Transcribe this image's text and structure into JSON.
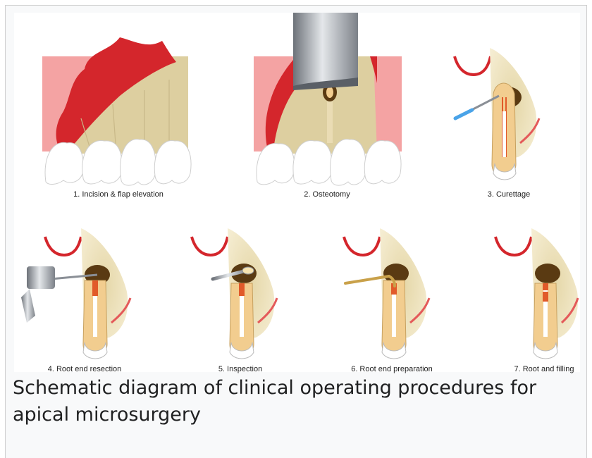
{
  "figure": {
    "panels": [
      {
        "step": "1. Incision & flap elevation"
      },
      {
        "step": "2. Osteotomy"
      },
      {
        "step": "3. Curettage"
      },
      {
        "step": "4. Root end resection"
      },
      {
        "step": "5. Inspection"
      },
      {
        "step": "6. Root end preparation"
      },
      {
        "step": "7. Root and filling"
      }
    ]
  },
  "caption": "Schematic diagram of clinical operating procedures for apical microsurgery",
  "colors": {
    "gum": "#f4a3a3",
    "flap": "#d4262c",
    "bone": "#ddcfa0",
    "tooth": "#f2cd8f",
    "canal": "#ffffff",
    "filling": "#f0793a"
  }
}
